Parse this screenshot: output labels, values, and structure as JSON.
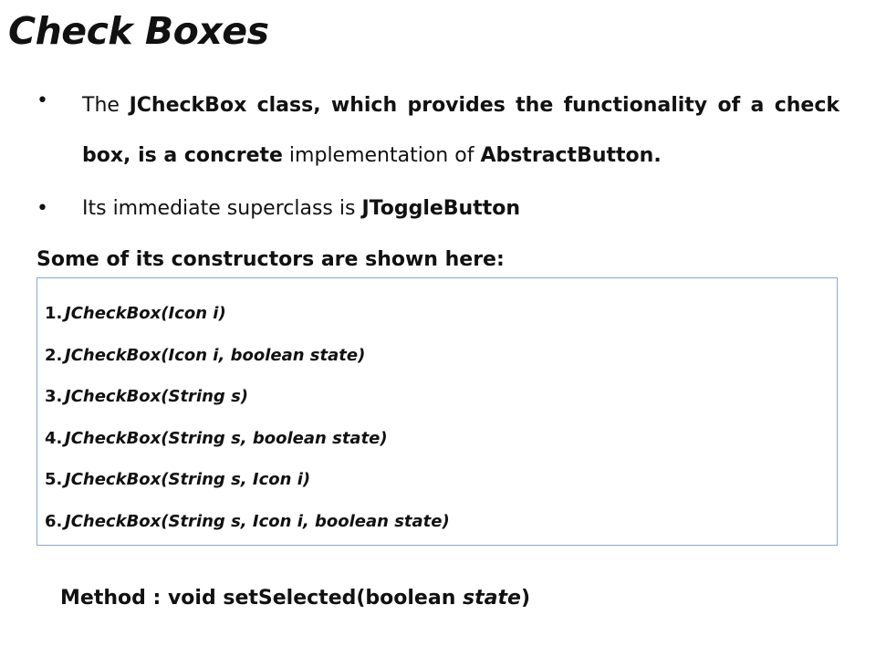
{
  "title": "Check Boxes",
  "bullets": [
    {
      "dot": "•",
      "segments": [
        {
          "text": "The ",
          "bold": false
        },
        {
          "text": "JCheckBox class, which provides the functionality of a check box, is a concrete",
          "bold": true
        },
        {
          "text": " implementation of ",
          "bold": false
        },
        {
          "text": "AbstractButton.",
          "bold": true
        }
      ]
    },
    {
      "dot": "•",
      "segments": [
        {
          "text": "Its immediate superclass is ",
          "bold": false
        },
        {
          "text": "JToggleButton",
          "bold": true
        }
      ]
    }
  ],
  "constructors_heading": "Some of its constructors are shown here:",
  "constructors": [
    {
      "num": "1.",
      "text": "JCheckBox(Icon i)"
    },
    {
      "num": "2.",
      "text": "JCheckBox(Icon i, boolean state)"
    },
    {
      "num": "3.",
      "text": "JCheckBox(String s)"
    },
    {
      "num": "4.",
      "text": "JCheckBox(String s, boolean state)"
    },
    {
      "num": "5.",
      "text": "JCheckBox(String s, Icon i)"
    },
    {
      "num": "6.",
      "text": "JCheckBox(String s, Icon i, boolean state)"
    }
  ],
  "method": {
    "prefix": "Method : void setSelected(boolean ",
    "param": "state",
    "suffix": ")"
  },
  "colors": {
    "box_border": "#8aa7c9",
    "text": "#111111"
  }
}
